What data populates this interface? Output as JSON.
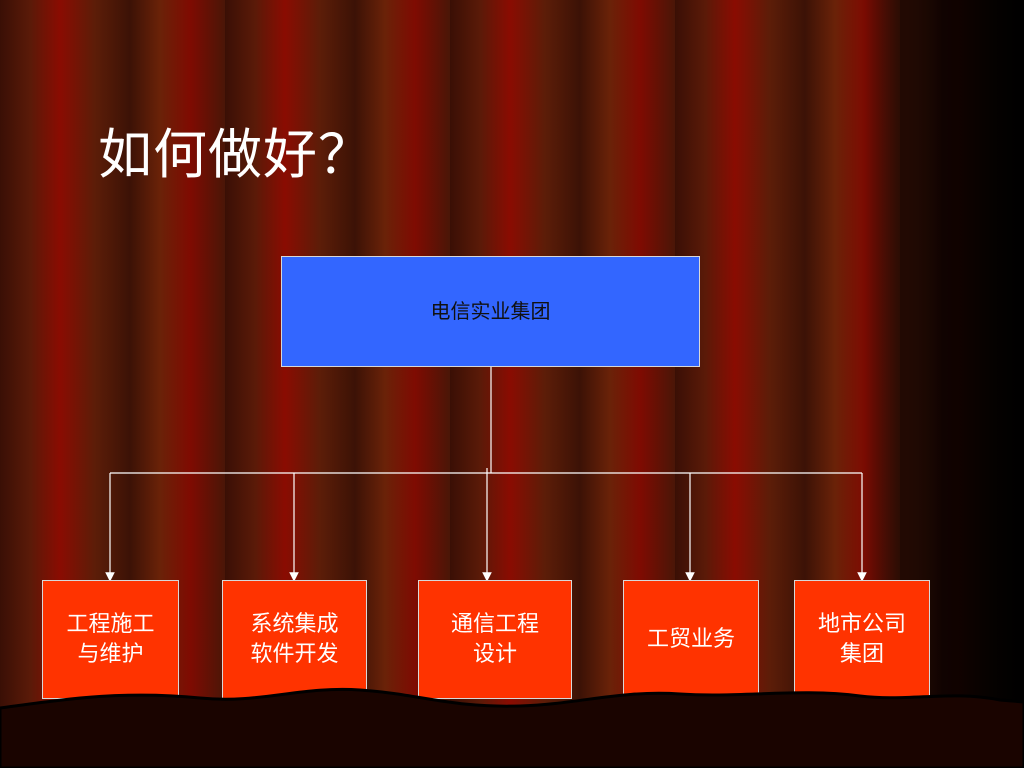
{
  "title": "如何做好？",
  "org_chart": {
    "root": "电信实业集团",
    "children": [
      "工程施工\n与维护",
      "系统集成\n软件开发",
      "通信工程\n设计",
      "工贸业务",
      "地市公司\n集团"
    ]
  },
  "colors": {
    "root_fill": "#3366ff",
    "child_fill": "#ff3300",
    "connector": "#ffffff"
  }
}
